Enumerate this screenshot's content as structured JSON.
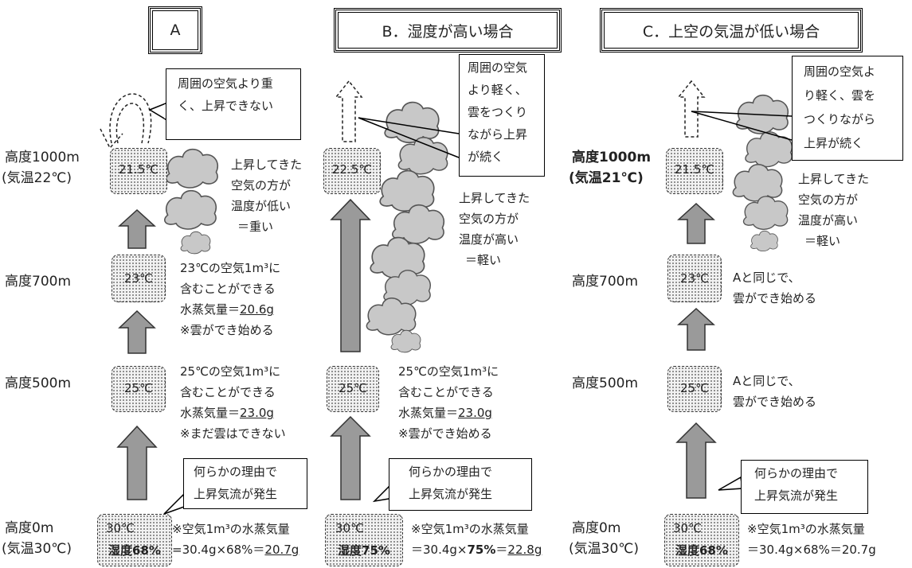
{
  "headers": {
    "a": "A",
    "b": "B．湿度が高い場合",
    "c": "C．上空の気温が低い場合"
  },
  "altitudes": {
    "h1000": "高度1000m",
    "h700": "高度700m",
    "h500": "高度500m",
    "h0": "高度0m",
    "temp22": "(気温22℃)",
    "temp21": "(気温21℃)",
    "temp30": "(気温30℃)"
  },
  "panelA": {
    "top_callout": [
      "周囲の空気より重",
      "く、上昇できない"
    ],
    "box1000": "21.5℃",
    "box700": "23℃",
    "box500": "25℃",
    "ground_temp": "30℃",
    "ground_hum": "湿度68%",
    "note_top": [
      "上昇してきた",
      "空気の方が",
      "温度が低い",
      "＝重い"
    ],
    "note700": [
      "23℃の空気1m³に",
      "含むことができる",
      "水蒸気量＝",
      "20.6g",
      "※雲ができ始める"
    ],
    "note500": [
      "25℃の空気1m³に",
      "含むことができる",
      "水蒸気量＝",
      "23.0g",
      "※まだ雲はできない"
    ],
    "cause": [
      "何らかの理由で",
      "上昇気流が発生"
    ],
    "calc": [
      "※空気1m³の水蒸気量",
      "=30.4g×68%＝",
      "20.7g"
    ]
  },
  "panelB": {
    "top_callout": [
      "周囲の空気",
      "より軽く、",
      "雲をつくり",
      "ながら上昇",
      "が続く"
    ],
    "box1000": "22.5℃",
    "box500": "25℃",
    "ground_temp": "30℃",
    "ground_hum": "湿度75%",
    "note_top": [
      "上昇してきた",
      "空気の方が",
      "温度が高い",
      "＝軽い"
    ],
    "note500": [
      "25℃の空気1m³に",
      "含むことができる",
      "水蒸気量＝",
      "23.0g",
      "※雲ができ始める"
    ],
    "cause": [
      "何らかの理由で",
      "上昇気流が発生"
    ],
    "calc": [
      "※空気1m³の水蒸気量",
      "＝30.4g×",
      "75%",
      "＝",
      "22.8g"
    ]
  },
  "panelC": {
    "top_callout": [
      "周囲の空気よ",
      "り軽く、雲を",
      "つくりながら",
      "上昇が続く"
    ],
    "box1000": "21.5℃",
    "box700": "23℃",
    "box500": "25℃",
    "ground_temp": "30℃",
    "ground_hum": "湿度68%",
    "note_top": [
      "上昇してきた",
      "空気の方が",
      "温度が高い",
      "＝軽い"
    ],
    "note700": [
      "Aと同じで、",
      "雲ができ始める"
    ],
    "note500": [
      "Aと同じで、",
      "雲ができ始める"
    ],
    "cause": [
      "何らかの理由で",
      "上昇気流が発生"
    ],
    "calc": [
      "※空気1m³の水蒸気量",
      "＝30.4g×68%＝20.7g"
    ]
  }
}
